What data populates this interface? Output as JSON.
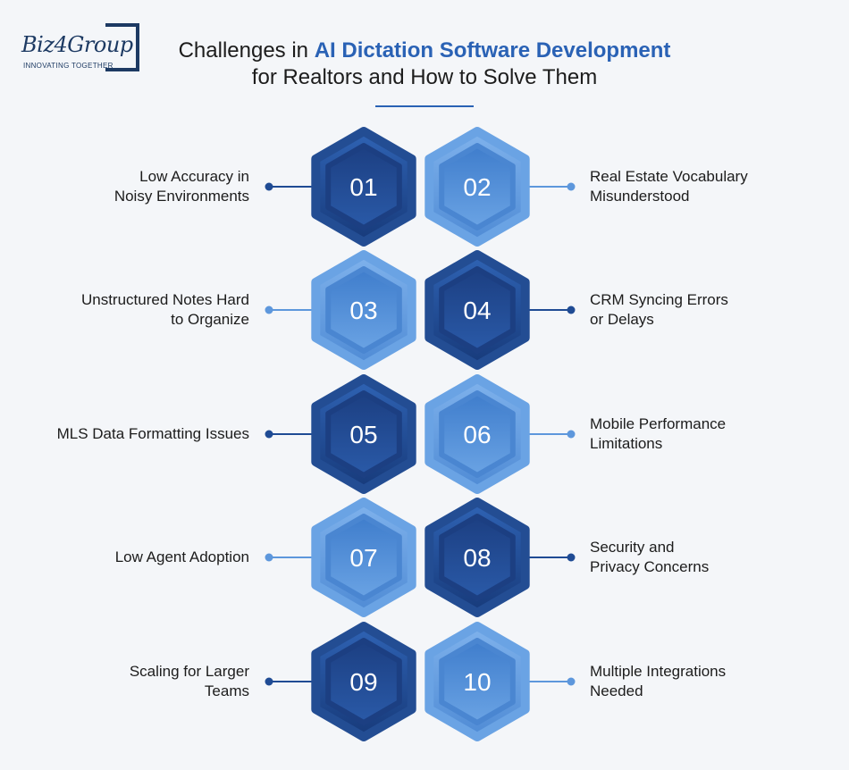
{
  "logo": {
    "word": "Biz4Group",
    "tagline": "INNOVATING TOGETHER"
  },
  "header": {
    "title_part1": "Challenges in ",
    "title_highlight": "AI Dictation Software Development",
    "title_line2": "for Realtors and How to Solve Them"
  },
  "colors": {
    "dark": "#1f4b94",
    "light": "#5d97dc",
    "accent": "#2a62b5"
  },
  "items": [
    {
      "num": "01",
      "label_lines": [
        "Low Accuracy in",
        "Noisy Environments"
      ],
      "tone": "dark"
    },
    {
      "num": "02",
      "label_lines": [
        "Real Estate Vocabulary",
        "Misunderstood"
      ],
      "tone": "light"
    },
    {
      "num": "03",
      "label_lines": [
        "Unstructured Notes Hard",
        "to Organize"
      ],
      "tone": "light"
    },
    {
      "num": "04",
      "label_lines": [
        "CRM Syncing Errors",
        "or Delays"
      ],
      "tone": "dark"
    },
    {
      "num": "05",
      "label_lines": [
        "MLS Data Formatting Issues"
      ],
      "tone": "dark"
    },
    {
      "num": "06",
      "label_lines": [
        "Mobile Performance",
        "Limitations"
      ],
      "tone": "light"
    },
    {
      "num": "07",
      "label_lines": [
        "Low Agent Adoption"
      ],
      "tone": "light"
    },
    {
      "num": "08",
      "label_lines": [
        "Security and",
        "Privacy Concerns"
      ],
      "tone": "dark"
    },
    {
      "num": "09",
      "label_lines": [
        "Scaling for Larger",
        "Teams"
      ],
      "tone": "dark"
    },
    {
      "num": "10",
      "label_lines": [
        "Multiple Integrations",
        "Needed"
      ],
      "tone": "light"
    }
  ]
}
